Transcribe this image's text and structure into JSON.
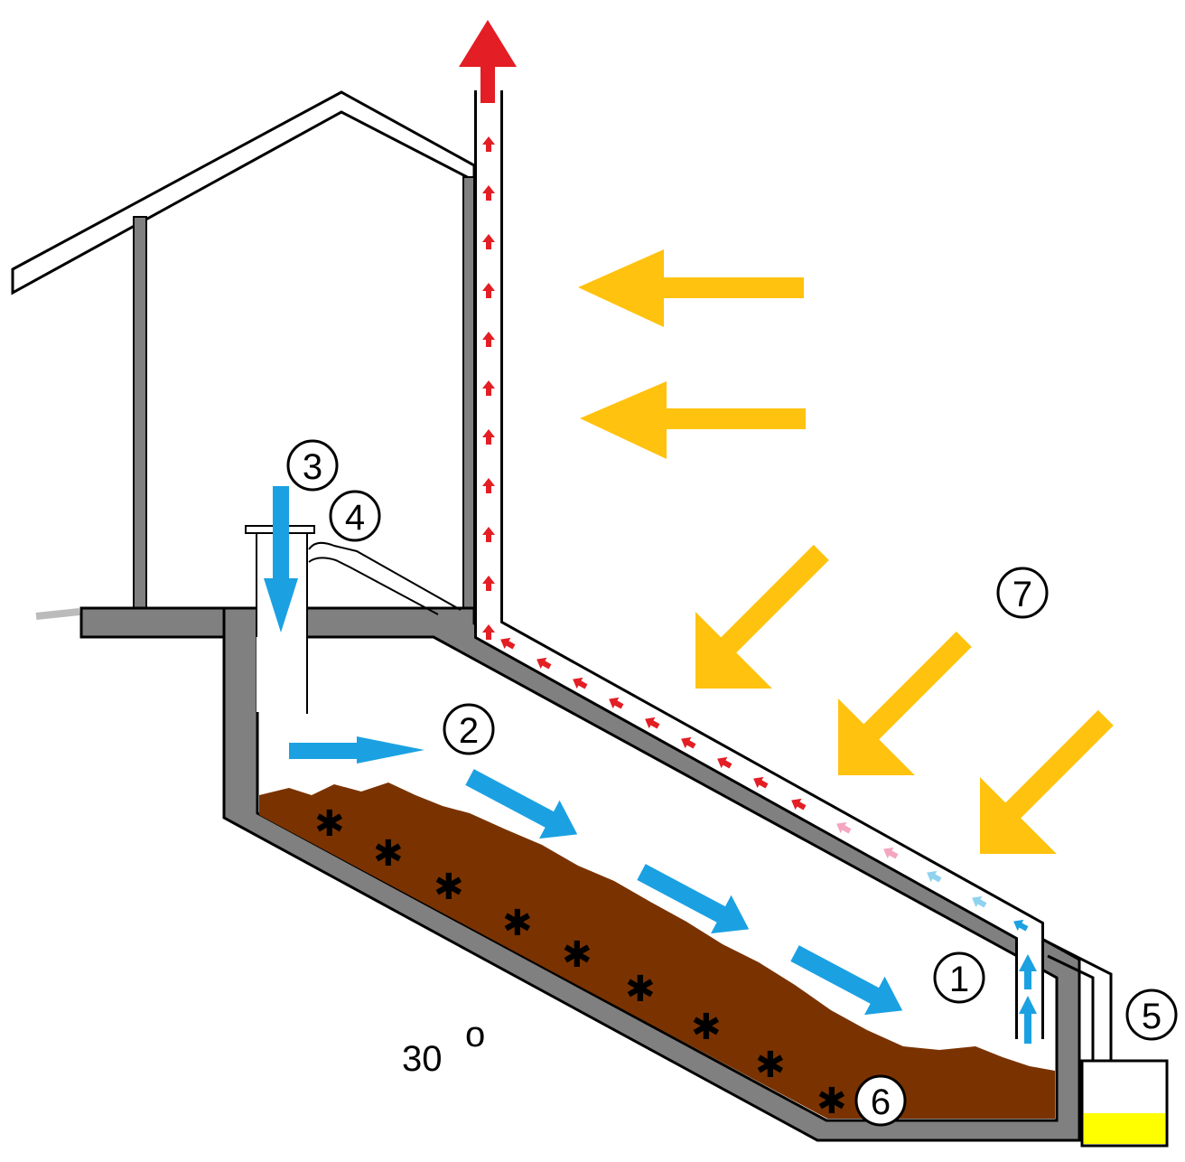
{
  "diagram": {
    "labels": [
      {
        "id": "1",
        "text": "1"
      },
      {
        "id": "2",
        "text": "2"
      },
      {
        "id": "3",
        "text": "3"
      },
      {
        "id": "4",
        "text": "4"
      },
      {
        "id": "5",
        "text": "5"
      },
      {
        "id": "6",
        "text": "6"
      },
      {
        "id": "7",
        "text": "7"
      }
    ],
    "angle_label": "30",
    "angle_unit": "o",
    "colors": {
      "wall": "#808080",
      "soil": "#7a3300",
      "air_flow": "#1ba1e2",
      "exhaust": "#e31e24",
      "sun": "#ffc20e",
      "liquid": "#ffff00"
    }
  }
}
